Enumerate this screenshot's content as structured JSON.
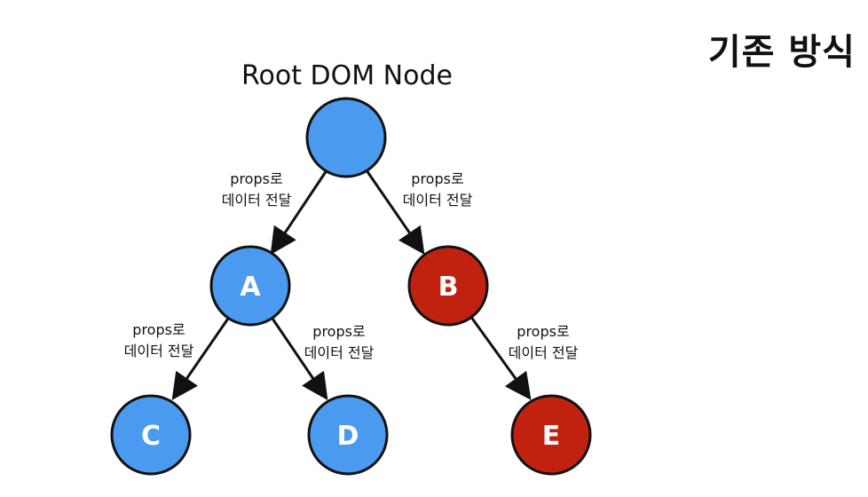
{
  "title": "기존 방식",
  "root_label": "Root DOM Node",
  "colors": {
    "blue_node": "#4a9bf0",
    "red_node": "#c0220f",
    "stroke": "#111111",
    "letter": "#ffffff"
  },
  "nodes": {
    "root": "",
    "a": "A",
    "b": "B",
    "c": "C",
    "d": "D",
    "e": "E"
  },
  "edges": {
    "root_a": {
      "line1": "props로",
      "line2": "데이터 전달"
    },
    "root_b": {
      "line1": "props로",
      "line2": "데이터 전달"
    },
    "a_c": {
      "line1": "props로",
      "line2": "데이터 전달"
    },
    "a_d": {
      "line1": "props로",
      "line2": "데이터 전달"
    },
    "b_e": {
      "line1": "props로",
      "line2": "데이터 전달"
    }
  }
}
